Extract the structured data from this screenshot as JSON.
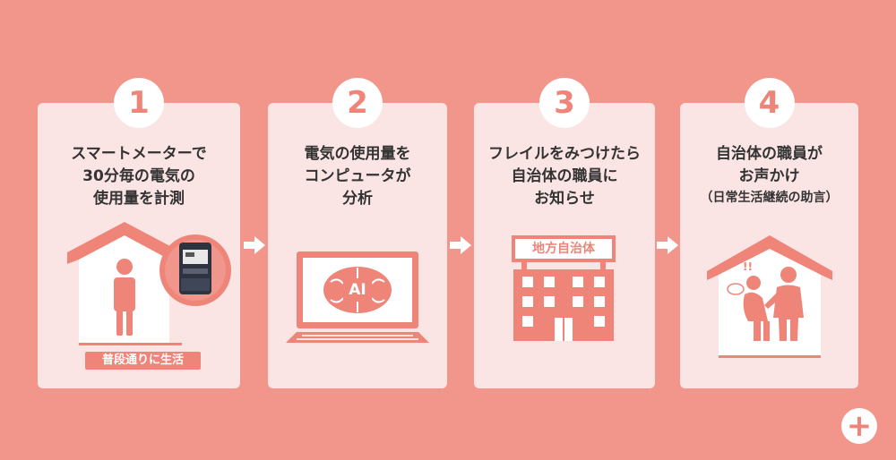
{
  "steps": [
    {
      "number": "1",
      "lines": [
        "スマートメーターで",
        "30分毎の電気の",
        "使用量を計測"
      ],
      "caption": "普段通りに生活"
    },
    {
      "number": "2",
      "lines": [
        "電気の使用量を",
        "コンピュータが",
        "分析"
      ],
      "badge": "AI"
    },
    {
      "number": "3",
      "lines": [
        "フレイルをみつけたら",
        "自治体の職員に",
        "お知らせ"
      ],
      "sign": "地方自治体"
    },
    {
      "number": "4",
      "lines": [
        "自治体の職員が",
        "お声かけ"
      ],
      "note": "（日常生活継続の助言）",
      "exclaim": "!!"
    }
  ],
  "icons": {
    "step1": [
      "house-icon",
      "person-icon",
      "smart-meter-icon"
    ],
    "step2": [
      "laptop-icon",
      "brain-icon"
    ],
    "step3": [
      "government-building-icon"
    ],
    "step4": [
      "house-icon",
      "elderly-person-icon",
      "staff-person-icon",
      "speech-bubble-icon"
    ],
    "arrows": "right-arrow-icon",
    "expand": "plus-icon"
  },
  "expand_label": "+",
  "colors": {
    "background": "#f2968c",
    "card": "#fbe4e4",
    "accent": "#ef8479",
    "text": "#333333"
  }
}
